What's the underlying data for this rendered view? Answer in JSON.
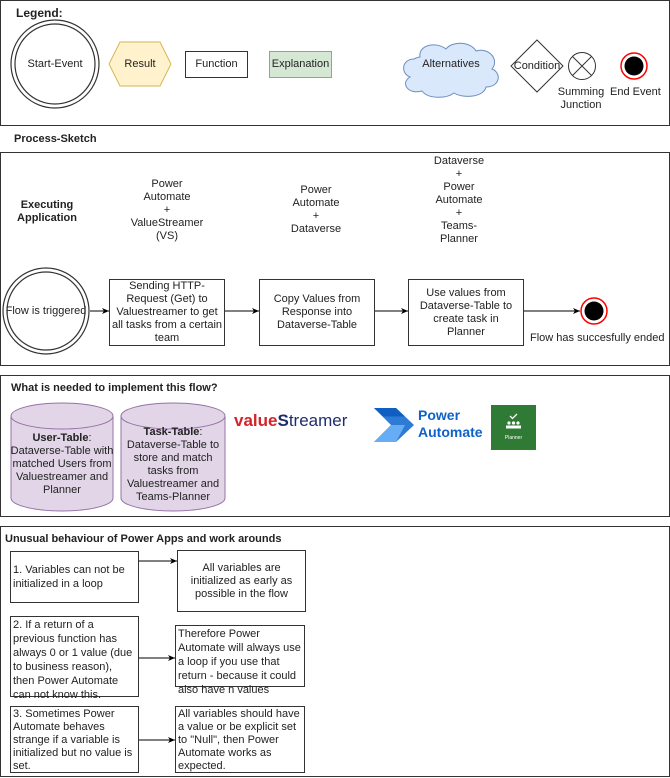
{
  "legend": {
    "title": "Legend:",
    "start_event": "Start-Event",
    "result": "Result",
    "function": "Function",
    "explanation": "Explanation",
    "alternatives": "Alternatives",
    "condition": "Condition",
    "summing_junction": "Summing Junction",
    "end_event": "End Event"
  },
  "process": {
    "section_title": "Process-Sketch",
    "executing_application": "Executing Application",
    "apps": [
      "Power\nAutomate\n+\nValueStreamer\n(VS)",
      "Power\nAutomate\n+\nDataverse",
      "Dataverse\n+\nPower\nAutomate\n+\nTeams-\nPlanner"
    ],
    "start": "Flow is triggered",
    "steps": [
      "Sending HTTP-Request (Get) to Valuestreamer to get all tasks from a certain team",
      "Copy Values from Response into Dataverse-Table",
      "Use values from Dataverse-Table to create task in Planner"
    ],
    "end": "Flow has succesfully ended"
  },
  "needed": {
    "section_title": "What is needed to implement this flow?",
    "user_table": {
      "title": "User-Table",
      "desc": "Dataverse-Table with matched Users from Valuestreamer and Planner"
    },
    "task_table": {
      "title": "Task-Table",
      "desc": "Dataverse-Table to store and match tasks from Valuestreamer and Teams-Planner"
    },
    "logos": {
      "valuestreamer_a": "value",
      "valuestreamer_b": "treamer",
      "power_automate_1": "Power",
      "power_automate_2": "Automate",
      "planner": "Planner"
    }
  },
  "unusual": {
    "section_title": "Unusual behaviour of Power Apps and work arounds",
    "items": [
      {
        "problem": "1. Variables can not be initialized in a loop",
        "workaround": "All variables are initialized as early as possible in the flow"
      },
      {
        "problem": "2. If a return of a previous function has always 0 or 1 value (due to business reason), then Power Automate can not know this.",
        "workaround": "Therefore Power Automate will always use a loop if you use that return - because it could also have n values"
      },
      {
        "problem": "3. Sometimes Power Automate behaves strange if a variable is initialized but no value is set.",
        "workaround": "All variables should have a value or be explicit set to \"Null\", then Power Automate works as expected."
      }
    ]
  },
  "colors": {
    "result_fill": "#fff2cc",
    "result_stroke": "#d6b656",
    "explanation_fill": "#d5e8d4",
    "explanation_stroke": "#82b366",
    "cloud_fill": "#dae8fc",
    "cloud_stroke": "#6c8ebf",
    "cylinder_fill": "#e1d5e7",
    "cylinder_stroke": "#9673a6",
    "end_ring": "#ff0000"
  }
}
